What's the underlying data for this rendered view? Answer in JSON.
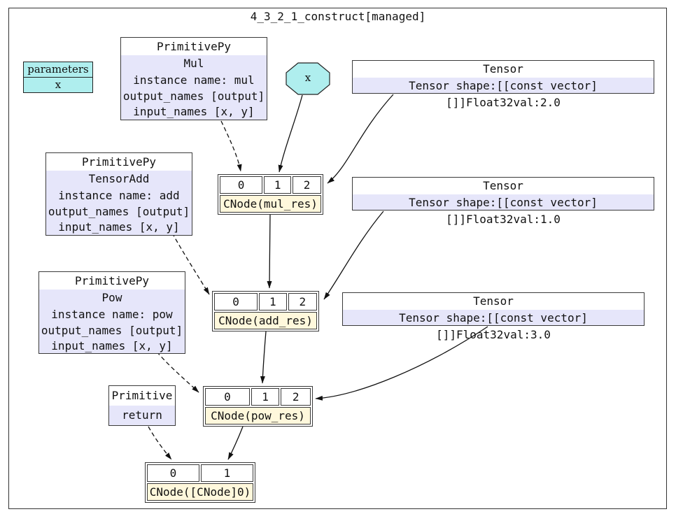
{
  "title": "4_3_2_1_construct[managed]",
  "colors": {
    "parameter_fill": "#AFEEEE",
    "primitive_fill": "#E6E6FA",
    "cnode_label_fill": "#FFF8DC",
    "header_fill": "#FFFFFF",
    "border": "#333333"
  },
  "parameters_table": {
    "header": "parameters",
    "rows": [
      "x"
    ]
  },
  "parameter_nodes": {
    "x": {
      "label": "x"
    }
  },
  "primitives": {
    "mul": {
      "header": "PrimitivePy",
      "name": "Mul",
      "instance": "instance name: mul",
      "output_names": "output_names [output]",
      "input_names": "input_names [x, y]"
    },
    "add": {
      "header": "PrimitivePy",
      "name": "TensorAdd",
      "instance": "instance name: add",
      "output_names": "output_names [output]",
      "input_names": "input_names [x, y]"
    },
    "pow": {
      "header": "PrimitivePy",
      "name": "Pow",
      "instance": "instance name: pow",
      "output_names": "output_names [output]",
      "input_names": "input_names [x, y]"
    },
    "return": {
      "header": "Primitive",
      "name": "return"
    }
  },
  "tensors": {
    "t2": {
      "header": "Tensor",
      "value": "Tensor shape:[[const vector][]]Float32val:2.0"
    },
    "t1": {
      "header": "Tensor",
      "value": "Tensor shape:[[const vector][]]Float32val:1.0"
    },
    "t3": {
      "header": "Tensor",
      "value": "Tensor shape:[[const vector][]]Float32val:3.0"
    }
  },
  "cnodes": {
    "mul_res": {
      "ports": [
        "0",
        "1",
        "2"
      ],
      "label": "CNode(mul_res)"
    },
    "add_res": {
      "ports": [
        "0",
        "1",
        "2"
      ],
      "label": "CNode(add_res)"
    },
    "pow_res": {
      "ports": [
        "0",
        "1",
        "2"
      ],
      "label": "CNode(pow_res)"
    },
    "out": {
      "ports": [
        "0",
        "1"
      ],
      "label": "CNode([CNode]0)"
    }
  }
}
